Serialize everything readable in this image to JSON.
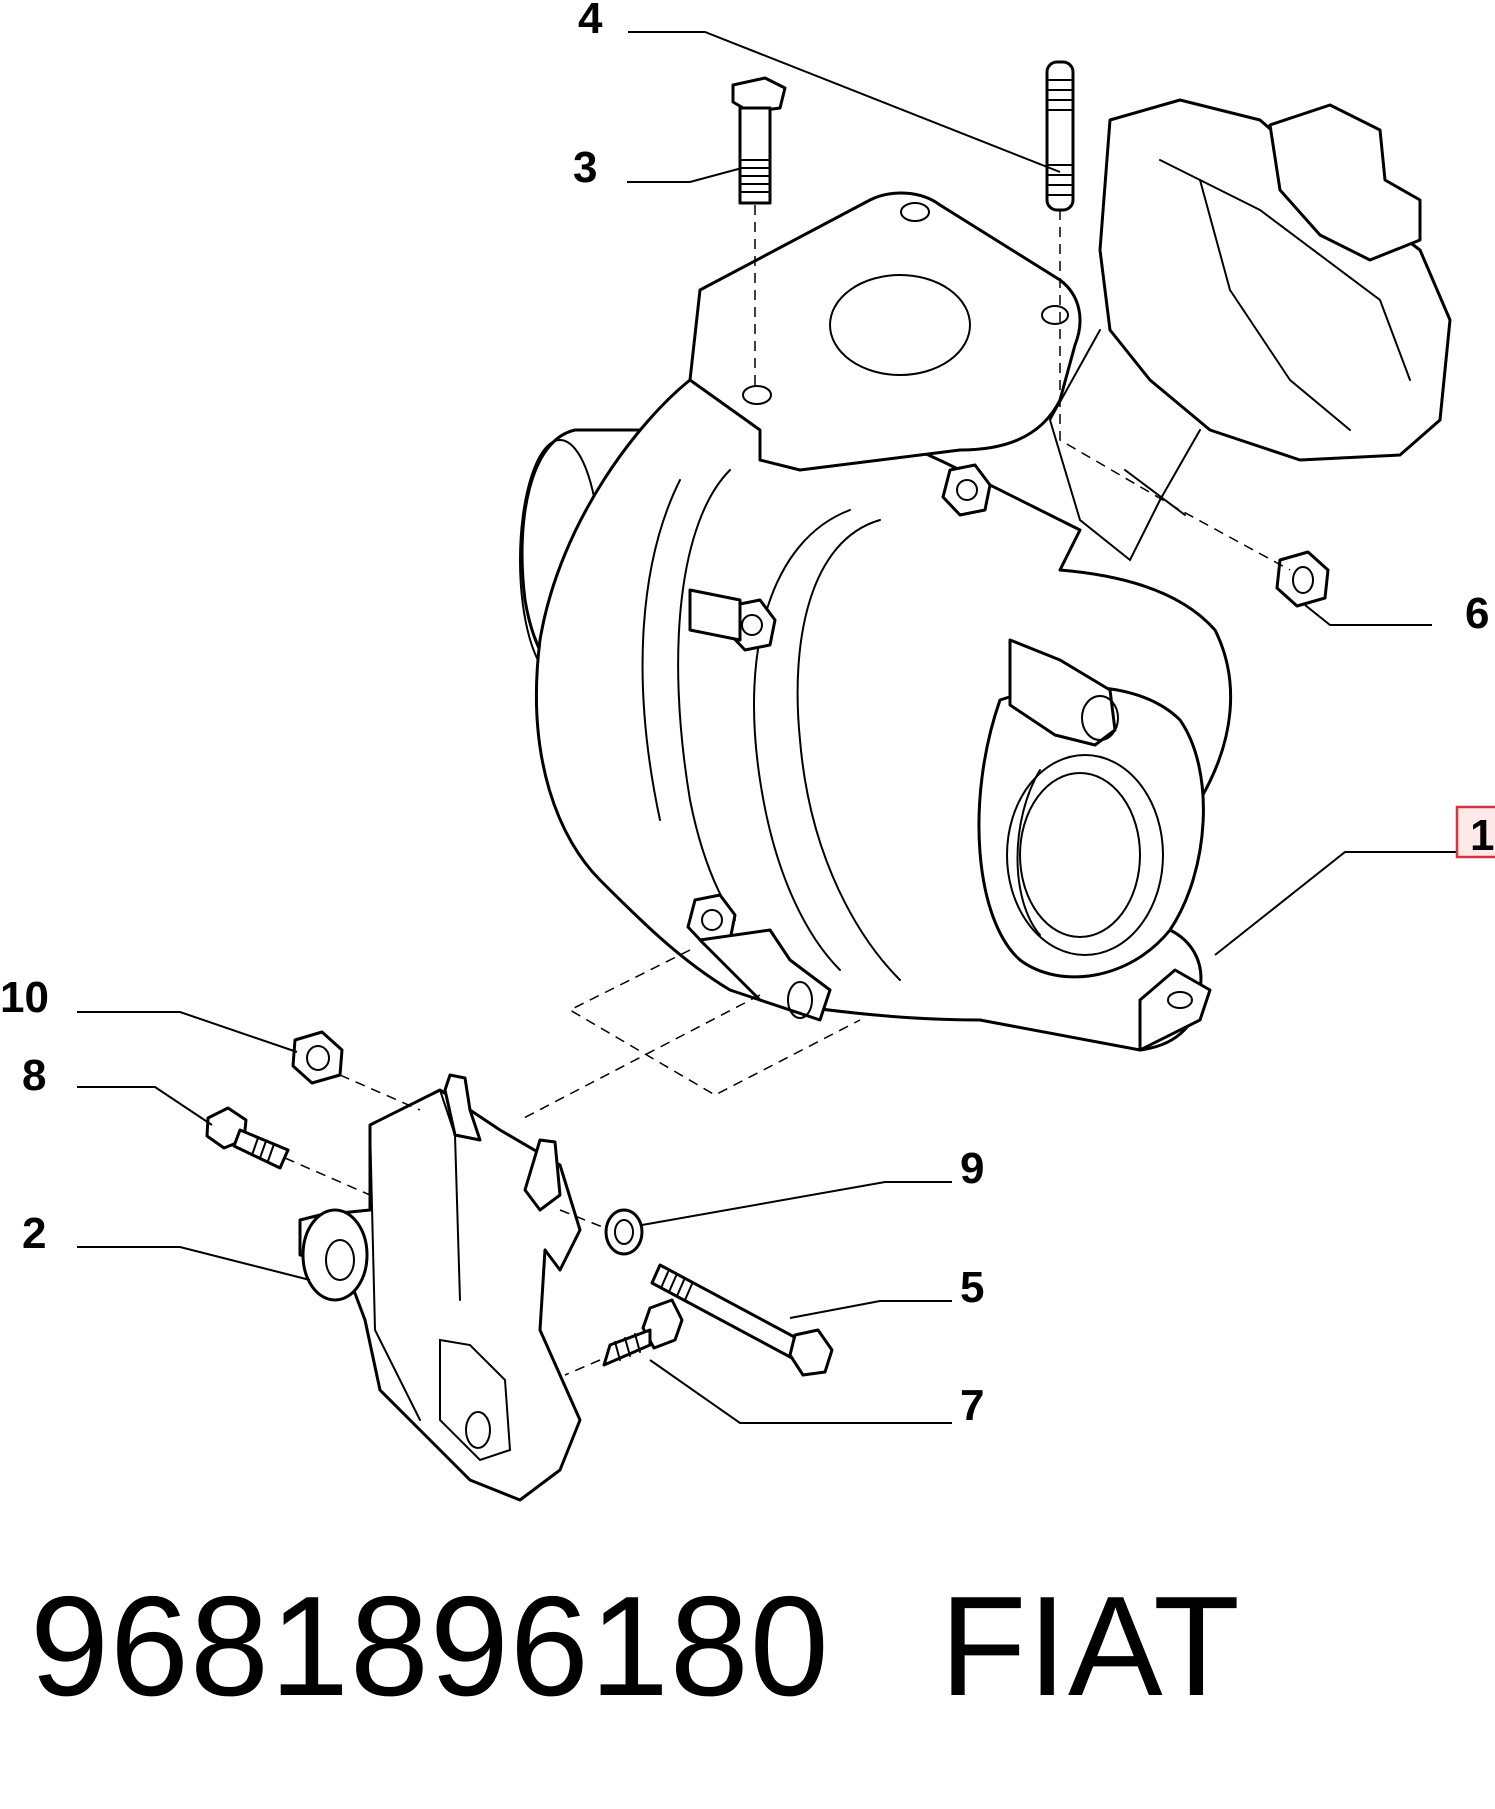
{
  "callouts": {
    "c1": "1",
    "c2": "2",
    "c3": "3",
    "c4": "4",
    "c5": "5",
    "c6": "6",
    "c7": "7",
    "c8": "8",
    "c9": "9",
    "c10": "10"
  },
  "highlighted_callout": "1",
  "highlight_color": "#d8343f",
  "caption": {
    "part_number": "9681896180",
    "brand": "FIAT"
  }
}
